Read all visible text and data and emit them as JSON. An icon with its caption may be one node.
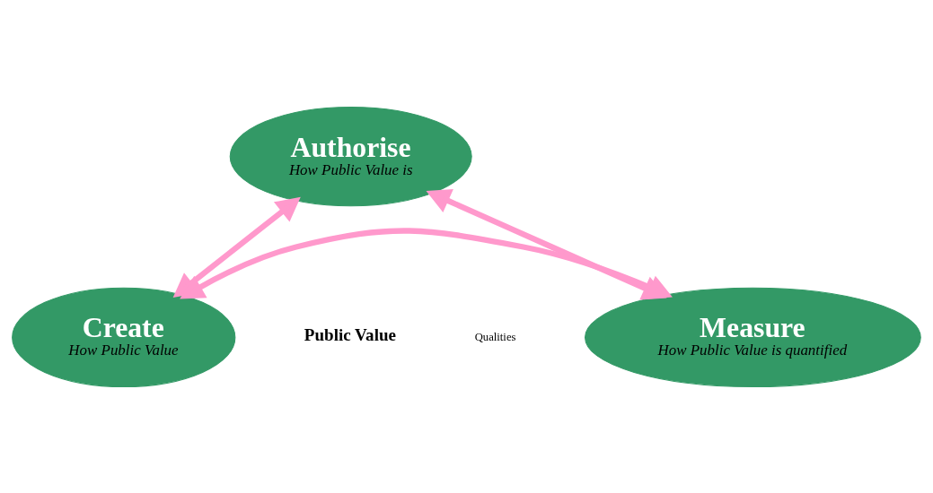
{
  "diagram": {
    "nodes": [
      {
        "text": [
          "Authorise",
          "How Public Value is"
        ]
      },
      {
        "text": [
          "Create",
          "How Public Value"
        ]
      },
      {
        "text": [
          "Measure",
          "How Public Value is quantified"
        ]
      }
    ],
    "edges": [
      {
        "from": 0,
        "to": 1,
        "arrow": "both"
      },
      {
        "from": 0,
        "to": 2,
        "arrow": "both"
      },
      {
        "from": 1,
        "to": 2,
        "arrow": "both"
      }
    ],
    "labels": [
      "Public Value",
      "Qualities"
    ]
  }
}
